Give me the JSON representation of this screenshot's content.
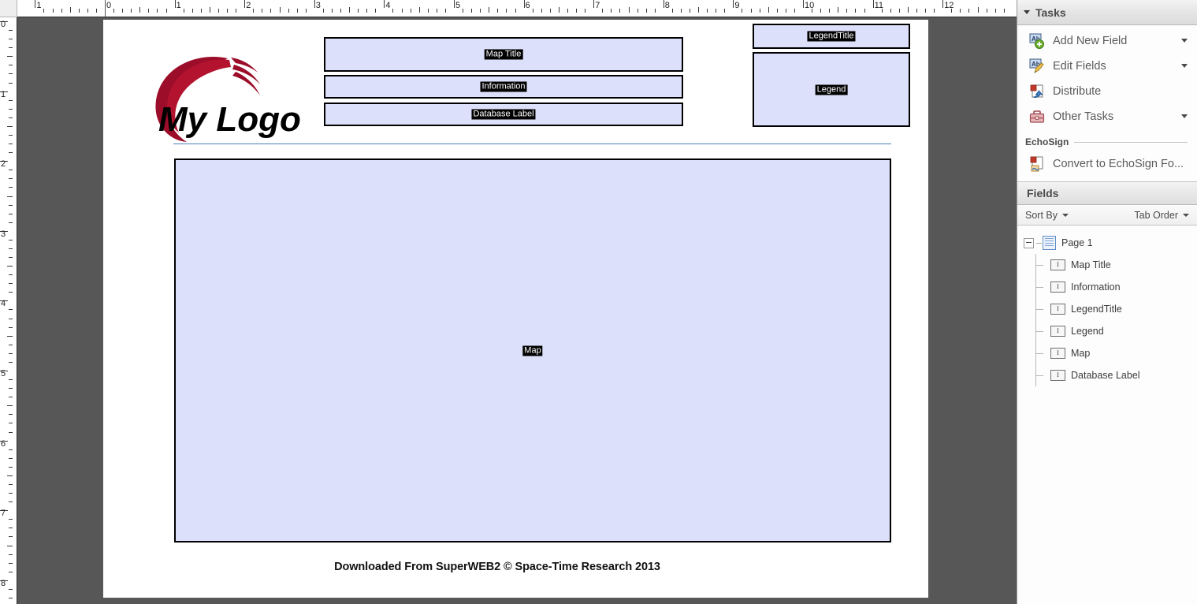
{
  "rulers": {
    "horizontal_labels": [
      "1",
      "0",
      "1",
      "2",
      "3",
      "4",
      "5",
      "6",
      "7",
      "8",
      "9",
      "10",
      "11",
      "12"
    ],
    "vertical_labels": [
      "0",
      "1",
      "2",
      "3",
      "4",
      "5",
      "6",
      "7",
      "8"
    ],
    "units": "inches"
  },
  "document": {
    "logo_text": "My Logo",
    "footer": "Downloaded From SuperWEB2 © Space-Time Research 2013",
    "fields": [
      {
        "key": "map_title",
        "tag": "Map Title"
      },
      {
        "key": "information",
        "tag": "Information"
      },
      {
        "key": "database_label",
        "tag": "Database Label"
      },
      {
        "key": "legend_title",
        "tag": "LegendTitle"
      },
      {
        "key": "legend",
        "tag": "Legend"
      },
      {
        "key": "map",
        "tag": "Map"
      }
    ],
    "field_fill": "#dde0fa",
    "field_border": "#000000",
    "rule_color": "#4a7ebb",
    "canvas_color": "#575757"
  },
  "tasks_pane": {
    "title": "Tasks",
    "items": [
      {
        "label": "Add New Field",
        "icon": "add-field-icon",
        "has_dropdown": true
      },
      {
        "label": "Edit Fields",
        "icon": "edit-fields-icon",
        "has_dropdown": true
      },
      {
        "label": "Distribute",
        "icon": "distribute-icon",
        "has_dropdown": false
      },
      {
        "label": "Other Tasks",
        "icon": "other-tasks-icon",
        "has_dropdown": true
      }
    ],
    "group": {
      "label": "EchoSign",
      "items": [
        {
          "label": "Convert to EchoSign Fo...",
          "icon": "echosign-icon",
          "has_dropdown": false
        }
      ]
    }
  },
  "fields_pane": {
    "title": "Fields",
    "sort_by_label": "Sort By",
    "tab_order_label": "Tab Order",
    "tree": {
      "root": {
        "label": "Page 1",
        "icon": "page-icon",
        "expanded": true
      },
      "children": [
        {
          "label": "Map Title",
          "icon": "text-field-icon"
        },
        {
          "label": "Information",
          "icon": "text-field-icon"
        },
        {
          "label": "LegendTitle",
          "icon": "text-field-icon"
        },
        {
          "label": "Legend",
          "icon": "text-field-icon"
        },
        {
          "label": "Map",
          "icon": "text-field-icon"
        },
        {
          "label": "Database Label",
          "icon": "text-field-icon"
        }
      ]
    }
  }
}
